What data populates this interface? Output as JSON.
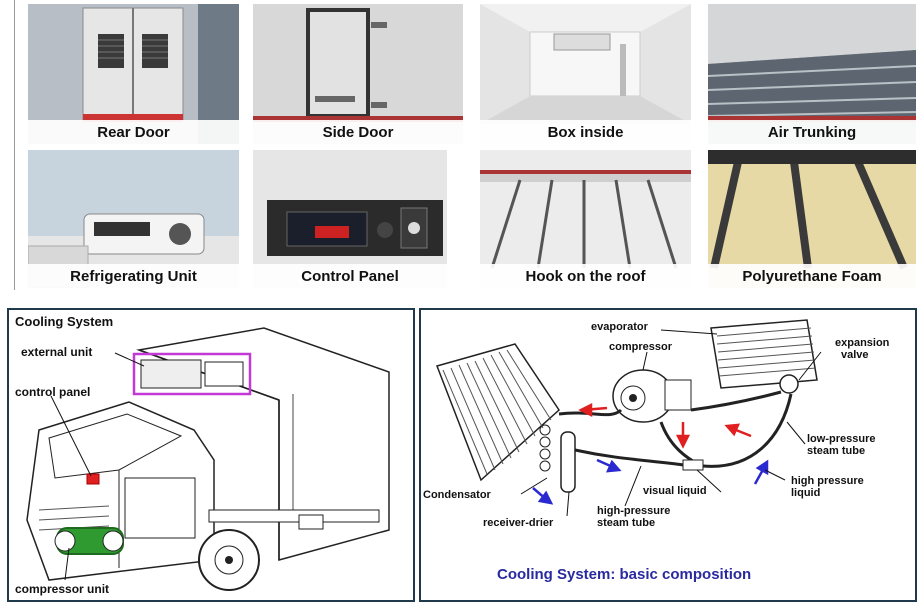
{
  "tiles": [
    {
      "caption": "Rear Door",
      "icon": "rear-door-photo"
    },
    {
      "caption": "Side Door",
      "icon": "side-door-photo"
    },
    {
      "caption": "Box inside",
      "icon": "box-inside-photo"
    },
    {
      "caption": "Air Trunking",
      "icon": "air-trunking-photo"
    },
    {
      "caption": "Refrigerating Unit",
      "icon": "refrigerating-unit-photo"
    },
    {
      "caption": "Control Panel",
      "icon": "control-panel-photo"
    },
    {
      "caption": "Hook on the roof",
      "icon": "hook-roof-photo"
    },
    {
      "caption": "Polyurethane Foam",
      "icon": "polyurethane-foam-photo"
    }
  ],
  "truck_diagram": {
    "title": "Cooling System",
    "labels": {
      "external_unit": "external unit",
      "control_panel": "control panel",
      "compressor_unit": "compressor unit"
    },
    "colors": {
      "external_unit": "#c23ad6",
      "control_panel": "#e02020",
      "compressor_unit": "#1f8a1f"
    }
  },
  "system_diagram": {
    "title": "Cooling System: basic composition",
    "labels": {
      "evaporator": "evaporator",
      "compressor": "compressor",
      "expansion_valve_1": "expansion",
      "expansion_valve_2": "valve",
      "low_pressure_1": "low-pressure",
      "low_pressure_2": "steam tube",
      "high_pressure_liquid_1": "high pressure",
      "high_pressure_liquid_2": "liquid",
      "visual_liquid": "visual liquid",
      "condensator": "Condensator",
      "high_pressure_steam_1": "high-pressure",
      "high_pressure_steam_2": "steam tube",
      "receiver_drier": "receiver-drier"
    },
    "colors": {
      "red_arrow": "#e02020",
      "blue_arrow": "#2a2ad0",
      "title": "#2a2aa0"
    }
  }
}
